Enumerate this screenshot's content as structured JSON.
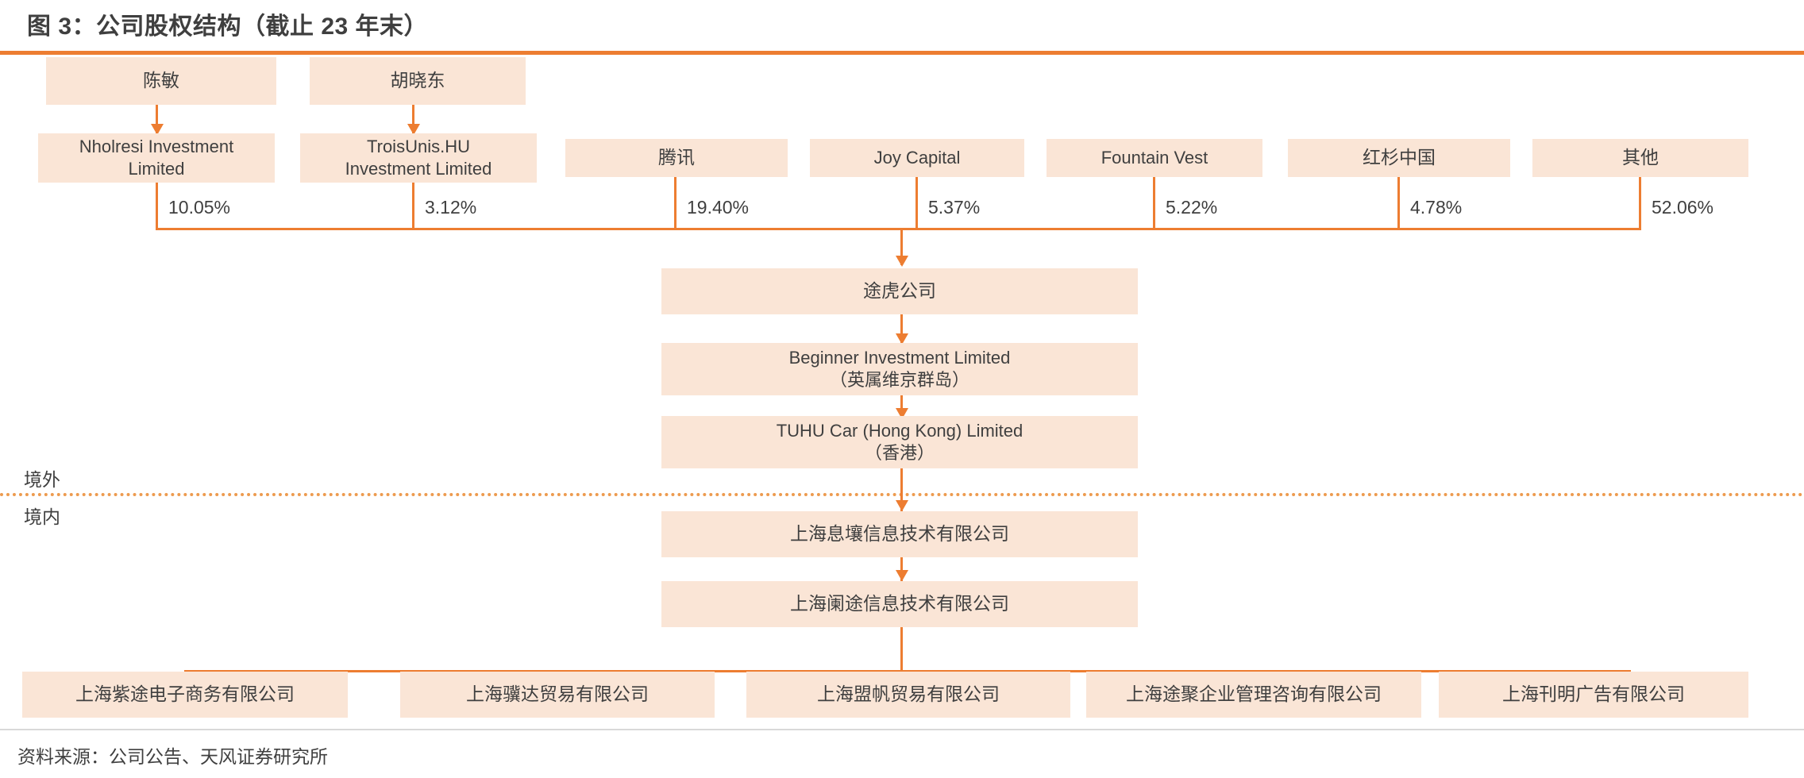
{
  "title": "图 3：公司股权结构（截止 23 年末）",
  "source": "资料来源：公司公告、天风证券研究所",
  "colors": {
    "accent": "#ed7d31",
    "box_fill": "#fae5d6",
    "text": "#3f3f3f",
    "divider": "#ed9b4f"
  },
  "region_labels": {
    "offshore": "境外",
    "onshore": "境内"
  },
  "persons": [
    {
      "name": "陈敏"
    },
    {
      "name": "胡晓东"
    }
  ],
  "shareholders": [
    {
      "name_line1": "Nholresi Investment",
      "name_line2": "Limited",
      "percent": "10.05%"
    },
    {
      "name_line1": "TroisUnis.HU",
      "name_line2": "Investment Limited",
      "percent": "3.12%"
    },
    {
      "name_line1": "腾讯",
      "name_line2": "",
      "percent": "19.40%"
    },
    {
      "name_line1": "Joy Capital",
      "name_line2": "",
      "percent": "5.37%"
    },
    {
      "name_line1": "Fountain Vest",
      "name_line2": "",
      "percent": "5.22%"
    },
    {
      "name_line1": "红杉中国",
      "name_line2": "",
      "percent": "4.78%"
    },
    {
      "name_line1": "其他",
      "name_line2": "",
      "percent": "52.06%"
    }
  ],
  "chain": [
    {
      "line1": "途虎公司",
      "line2": ""
    },
    {
      "line1": "Beginner Investment Limited",
      "line2": "（英属维京群岛）"
    },
    {
      "line1": "TUHU Car (Hong Kong) Limited",
      "line2": "（香港）"
    },
    {
      "line1": "上海息壤信息技术有限公司",
      "line2": ""
    },
    {
      "line1": "上海阑途信息技术有限公司",
      "line2": ""
    }
  ],
  "subsidiaries": [
    {
      "name": "上海紫途电子商务有限公司"
    },
    {
      "name": "上海骥达贸易有限公司"
    },
    {
      "name": "上海盟帆贸易有限公司"
    },
    {
      "name": "上海途聚企业管理咨询有限公司"
    },
    {
      "name": "上海刊明广告有限公司"
    }
  ],
  "chart_data": {
    "type": "diagram",
    "subtype": "org-ownership-tree",
    "title": "图 3：公司股权结构（截止 23 年末）",
    "ownership": [
      {
        "holder": "Nholresi Investment Limited",
        "target": "途虎公司",
        "percent": 10.05
      },
      {
        "holder": "TroisUnis.HU Investment Limited",
        "target": "途虎公司",
        "percent": 3.12
      },
      {
        "holder": "腾讯",
        "target": "途虎公司",
        "percent": 19.4
      },
      {
        "holder": "Joy Capital",
        "target": "途虎公司",
        "percent": 5.37
      },
      {
        "holder": "Fountain Vest",
        "target": "途虎公司",
        "percent": 5.22
      },
      {
        "holder": "红杉中国",
        "target": "途虎公司",
        "percent": 4.78
      },
      {
        "holder": "其他",
        "target": "途虎公司",
        "percent": 52.06
      }
    ],
    "control_edges": [
      {
        "from": "陈敏",
        "to": "Nholresi Investment Limited"
      },
      {
        "from": "胡晓东",
        "to": "TroisUnis.HU Investment Limited"
      },
      {
        "from": "途虎公司",
        "to": "Beginner Investment Limited（英属维京群岛）"
      },
      {
        "from": "Beginner Investment Limited（英属维京群岛）",
        "to": "TUHU Car (Hong Kong) Limited（香港）"
      },
      {
        "from": "TUHU Car (Hong Kong) Limited（香港）",
        "to": "上海息壤信息技术有限公司"
      },
      {
        "from": "上海息壤信息技术有限公司",
        "to": "上海阑途信息技术有限公司"
      },
      {
        "from": "上海阑途信息技术有限公司",
        "to": "上海紫途电子商务有限公司"
      },
      {
        "from": "上海阑途信息技术有限公司",
        "to": "上海骥达贸易有限公司"
      },
      {
        "from": "上海阑途信息技术有限公司",
        "to": "上海盟帆贸易有限公司"
      },
      {
        "from": "上海阑途信息技术有限公司",
        "to": "上海途聚企业管理咨询有限公司"
      },
      {
        "from": "上海阑途信息技术有限公司",
        "to": "上海刊明广告有限公司"
      }
    ],
    "regions": {
      "above_divider": "境外",
      "below_divider": "境内"
    }
  }
}
